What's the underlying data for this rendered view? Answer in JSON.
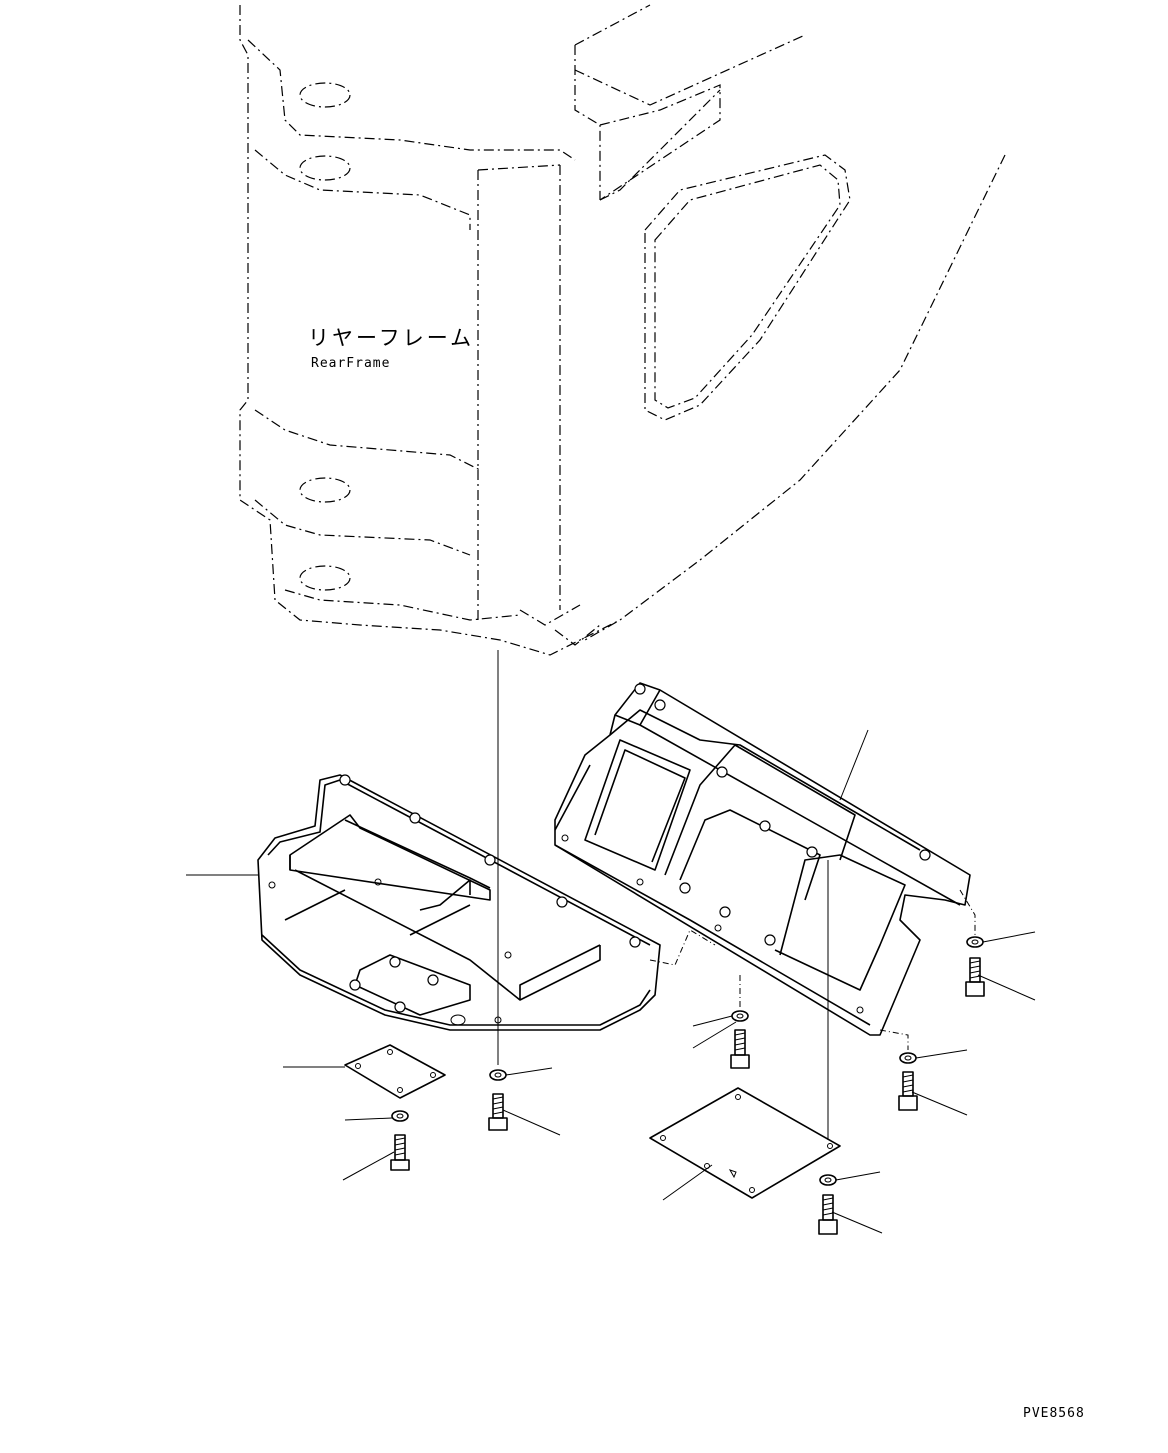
{
  "frame_label_jp": "リヤーフレーム",
  "frame_label_en": "RearFrame",
  "drawing_code": "PVE8568"
}
